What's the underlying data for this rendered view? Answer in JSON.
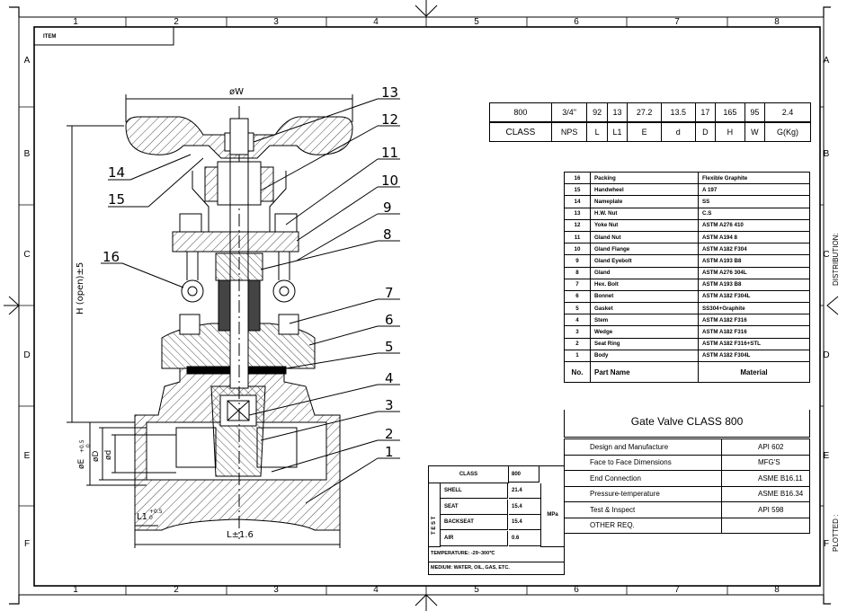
{
  "frame": {
    "zones_top": [
      "1",
      "2",
      "3",
      "4",
      "5",
      "6",
      "7",
      "8"
    ],
    "zones_side": [
      "A",
      "B",
      "C",
      "D",
      "E",
      "F"
    ],
    "distribution_label": "DISTRIBUTION:",
    "plotted_label": "PLOTTED :",
    "item_label": "ITEM"
  },
  "spec_table": {
    "values": [
      "800",
      "3/4\"",
      "92",
      "13",
      "27.2",
      "13.5",
      "17",
      "165",
      "95",
      "2.4"
    ],
    "headers": [
      "CLASS",
      "NPS",
      "L",
      "L1",
      "E",
      "d",
      "D",
      "H",
      "W",
      "G(Kg)"
    ]
  },
  "parts": [
    {
      "no": "16",
      "name": "Packing",
      "material": "Flexible Graphite"
    },
    {
      "no": "15",
      "name": "Handwheel",
      "material": "A 197"
    },
    {
      "no": "14",
      "name": "Nameplate",
      "material": "SS"
    },
    {
      "no": "13",
      "name": "H.W. Nut",
      "material": "C.S"
    },
    {
      "no": "12",
      "name": "Yoke Nut",
      "material": "ASTM A276 410"
    },
    {
      "no": "11",
      "name": "Gland Nut",
      "material": "ASTM A194 8"
    },
    {
      "no": "10",
      "name": "Gland Flange",
      "material": "ASTM A182 F304"
    },
    {
      "no": "9",
      "name": "Gland Eyebolt",
      "material": "ASTM A193 B8"
    },
    {
      "no": "8",
      "name": "Gland",
      "material": "ASTM A276 304L"
    },
    {
      "no": "7",
      "name": "Hex. Bolt",
      "material": "ASTM A193 B8"
    },
    {
      "no": "6",
      "name": "Bonnet",
      "material": "ASTM A182 F304L"
    },
    {
      "no": "5",
      "name": "Gasket",
      "material": "SS304+Graphite"
    },
    {
      "no": "4",
      "name": "Stem",
      "material": "ASTM A182 F316"
    },
    {
      "no": "3",
      "name": "Wedge",
      "material": "ASTM A182 F316"
    },
    {
      "no": "2",
      "name": "Seat Ring",
      "material": "ASTM A182 F316+STL"
    },
    {
      "no": "1",
      "name": "Body",
      "material": "ASTM A182 F304L"
    }
  ],
  "parts_header": {
    "no": "No.",
    "name": "Part Name",
    "material": "Material"
  },
  "title": "Gate Valve  CLASS 800",
  "standards": [
    {
      "label": "Design and Manufacture",
      "value": "API 602"
    },
    {
      "label": "Face to Face Dimensions",
      "value": "MFG'S"
    },
    {
      "label": "End Connection",
      "value": "ASME B16.11"
    },
    {
      "label": "Pressure-temperature",
      "value": "ASME B16.34"
    },
    {
      "label": "Test & Inspect",
      "value": "API 598"
    },
    {
      "label": "OTHER REQ.",
      "value": ""
    }
  ],
  "test_table": {
    "class_label": "CLASS",
    "class_value": "800",
    "test_label": "T E S T",
    "unit": "MPa",
    "rows": [
      {
        "label": "SHELL",
        "value": "21.4"
      },
      {
        "label": "SEAT",
        "value": "15.4"
      },
      {
        "label": "BACKSEAT",
        "value": "15.4"
      },
      {
        "label": "AIR",
        "value": "0.6"
      }
    ],
    "temperature": "TEMPERATURE: -29~300℃",
    "medium": "MEDIUM: WATER, OIL, GAS, ETC."
  },
  "callouts": [
    "13",
    "12",
    "11",
    "10",
    "9",
    "8",
    "16",
    "7",
    "6",
    "5",
    "4",
    "3",
    "2",
    "1",
    "14",
    "15"
  ],
  "dimensions": {
    "w": "øW",
    "h": "H (open)±5",
    "l": "L±1.6",
    "e": "øE",
    "e_tol": "+0.5",
    "e_tol2": "0",
    "d_big": "øD",
    "d_small": "ød",
    "l1": "L1",
    "l1_tol": "+0.5",
    "l1_tol2": "0"
  }
}
